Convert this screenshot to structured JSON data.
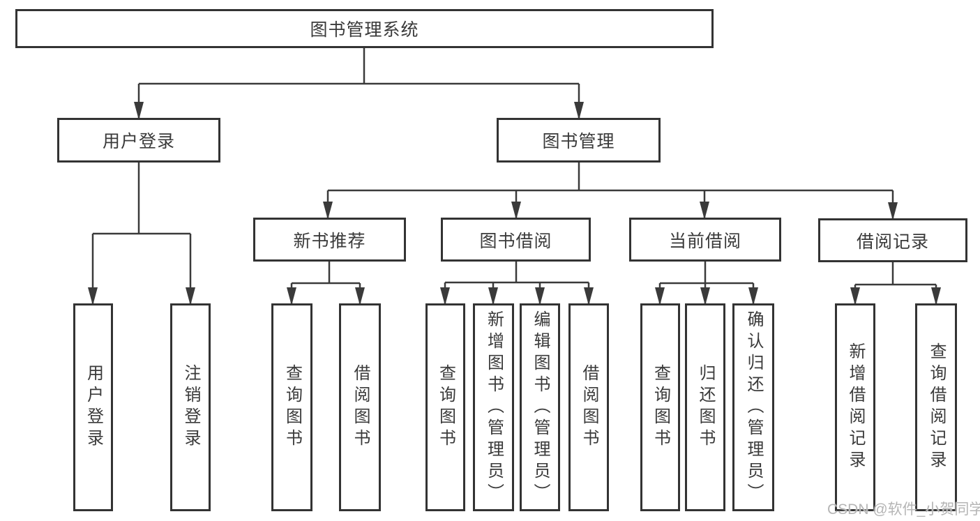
{
  "diagram": {
    "root": {
      "label": "图书管理系统"
    },
    "user_login": {
      "label": "用户登录",
      "children": [
        {
          "label": "用户登录"
        },
        {
          "label": "注销登录"
        }
      ]
    },
    "book_mgmt": {
      "label": "图书管理",
      "children": [
        {
          "label": "新书推荐",
          "children": [
            {
              "label": "查询图书"
            },
            {
              "label": "借阅图书"
            }
          ]
        },
        {
          "label": "图书借阅",
          "children": [
            {
              "label": "查询图书"
            },
            {
              "label": "新增图书（管理员）"
            },
            {
              "label": "编辑图书（管理员）"
            },
            {
              "label": "借阅图书"
            }
          ]
        },
        {
          "label": "当前借阅",
          "children": [
            {
              "label": "查询图书"
            },
            {
              "label": "归还图书"
            },
            {
              "label": "确认归还（管理员）"
            }
          ]
        },
        {
          "label": "借阅记录",
          "children": [
            {
              "label": "新增借阅记录"
            },
            {
              "label": "查询借阅记录"
            }
          ]
        }
      ]
    }
  },
  "watermark": {
    "text": "CSDN @软件_小贺同学"
  },
  "colors": {
    "line": "#3a3a3a",
    "box_border": "#333333",
    "text": "#3a3a3a",
    "background": "#ffffff",
    "watermark": "#b5b5b5"
  }
}
